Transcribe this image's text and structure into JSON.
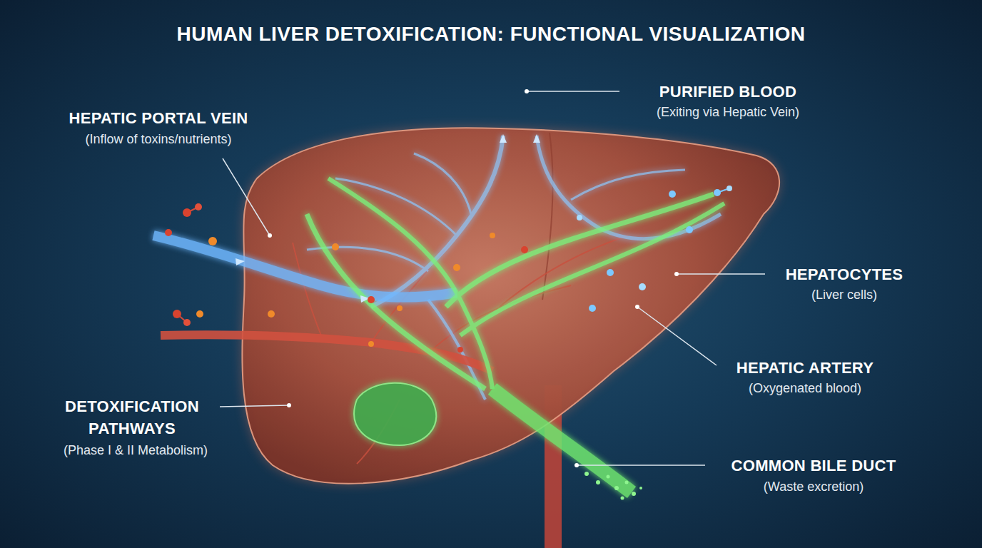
{
  "diagram": {
    "title": "HUMAN LIVER DETOXIFICATION: FUNCTIONAL VISUALIZATION",
    "labels": [
      "PURIFIED BLOOD",
      "(Exiting via Hepatic Vein)",
      "HEPATIC PORTAL VEIN",
      "(Inflow of toxins/nutrients)",
      "HEPATOCYTES",
      "(Liver cells)",
      "HEPATIC ARTERY",
      "(Oxygenated blood)",
      "DETOXIFICATION PATHWAYS",
      "(Phase I & II Metabolism)",
      "COMMON BILE DUCT",
      "(Waste excretion)"
    ]
  }
}
